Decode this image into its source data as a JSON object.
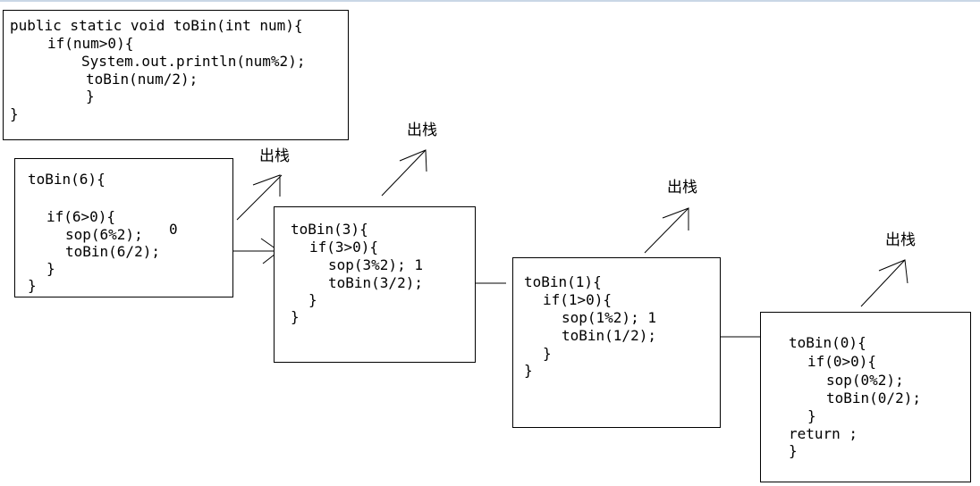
{
  "code_box": {
    "lines": [
      "public static void toBin(int num){",
      "if(num>0){",
      "System.out.println(num%2);",
      "toBin(num/2);",
      "}",
      "}"
    ]
  },
  "frames": [
    {
      "lines": [
        "toBin(6){",
        "if(6>0){",
        "sop(6%2);",
        "toBin(6/2);",
        "}",
        "}"
      ],
      "output": "0"
    },
    {
      "lines": [
        "toBin(3){",
        "if(3>0){",
        "sop(3%2); 1",
        "toBin(3/2);",
        "}",
        "}"
      ]
    },
    {
      "lines": [
        "toBin(1){",
        "if(1>0){",
        "sop(1%2); 1",
        "toBin(1/2);",
        "}",
        "}"
      ]
    },
    {
      "lines": [
        "toBin(0){",
        "if(0>0){",
        "sop(0%2);",
        "toBin(0/2);",
        "}",
        "return ;",
        "}"
      ]
    }
  ],
  "pop_label": "出栈"
}
